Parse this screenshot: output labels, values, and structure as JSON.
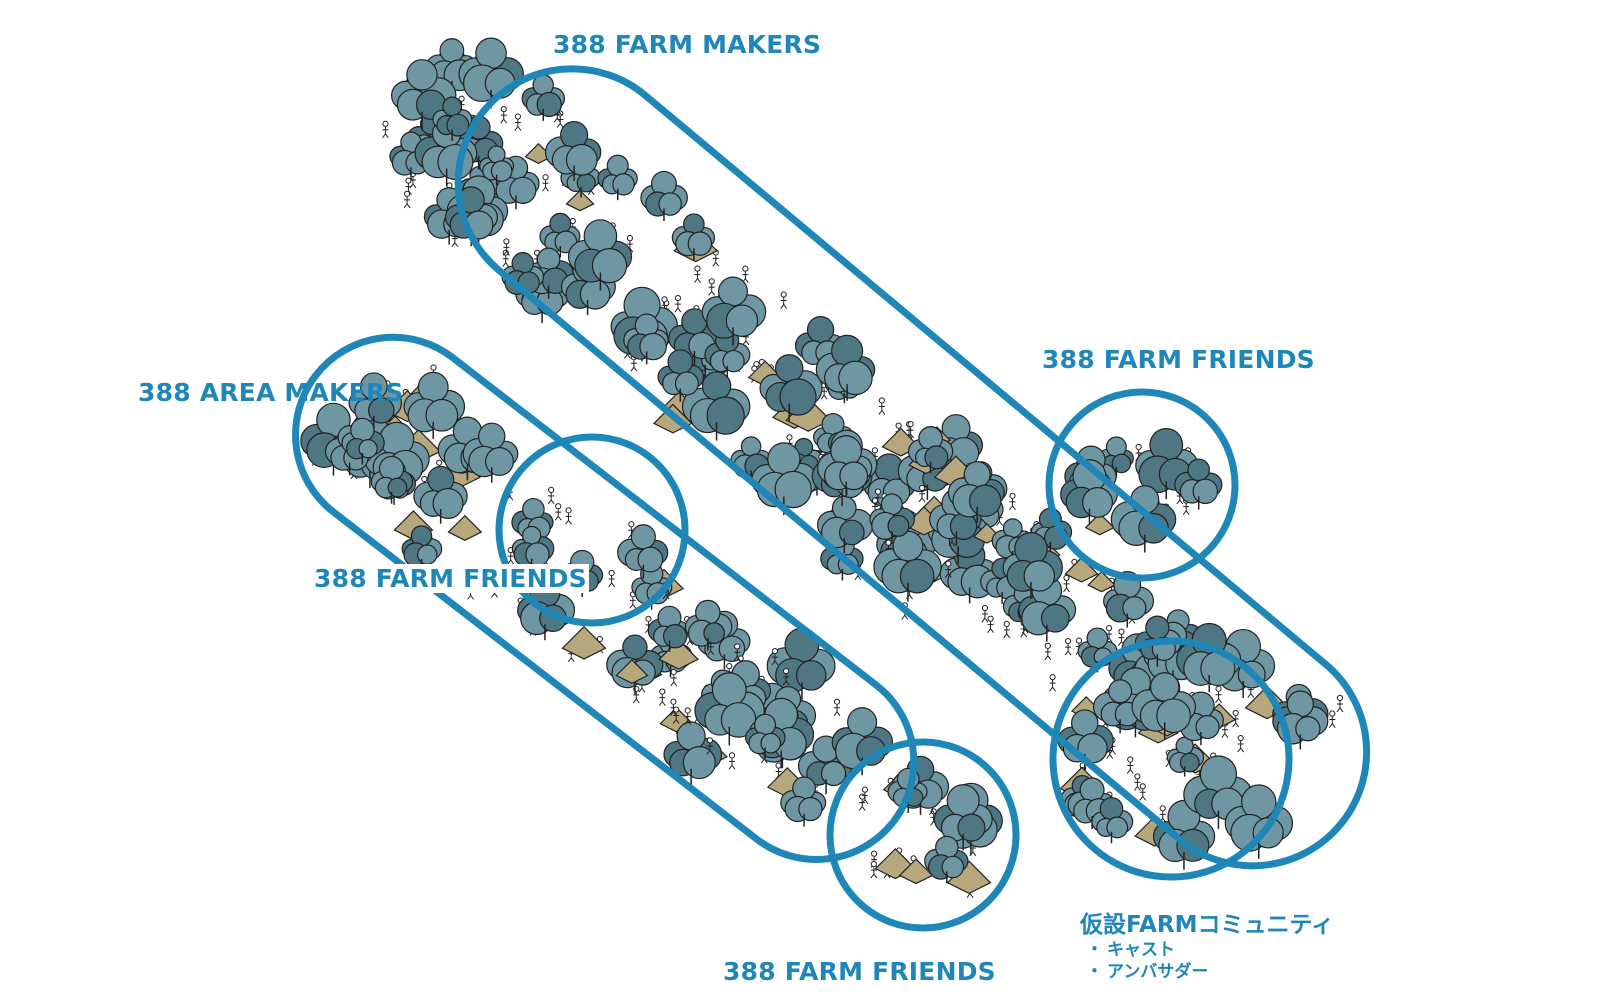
{
  "colors": {
    "accent": "#1f87b8",
    "tree": "#6e97a3",
    "tree_dark": "#4f7683",
    "tent": "#b7a77c",
    "ink": "#222222",
    "ground": "#ffffff"
  },
  "labels": {
    "farm_makers": "388 FARM MAKERS",
    "farm_friends_right": "388 FARM FRIENDS",
    "area_makers": "388 AREA MAKERS",
    "farm_friends_left": "388 FARM FRIENDS",
    "farm_friends_bottom": "388 FARM FRIENDS"
  },
  "temp_community": {
    "title": "仮設FARMコミュニティ",
    "items": [
      "キャスト",
      "アンバサダー"
    ],
    "bullet": "・"
  },
  "icons": {
    "tree": "tree-icon",
    "tent": "tent-icon",
    "person": "person-icon",
    "vehicle": "truck-icon"
  }
}
